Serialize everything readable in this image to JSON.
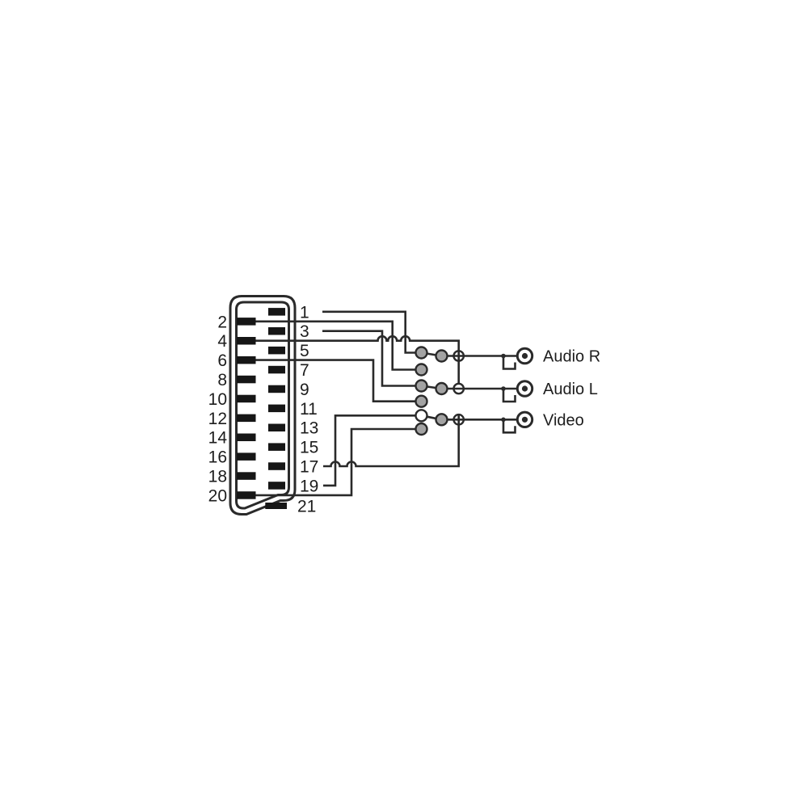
{
  "scart": {
    "left_pins": [
      "2",
      "4",
      "6",
      "8",
      "10",
      "12",
      "14",
      "16",
      "18",
      "20"
    ],
    "right_pins": [
      "1",
      "3",
      "5",
      "7",
      "9",
      "11",
      "13",
      "15",
      "17",
      "19"
    ],
    "bottom_pin": "21"
  },
  "outputs": [
    {
      "id": "audio-r",
      "label": "Audio R",
      "switched_pins": [
        "1",
        "2"
      ]
    },
    {
      "id": "audio-l",
      "label": "Audio L",
      "switched_pins": [
        "3",
        "6"
      ]
    },
    {
      "id": "video",
      "label": "Video",
      "switched_pins": [
        "19",
        "20"
      ]
    }
  ],
  "ground_wires": [
    {
      "from_pin": "4",
      "to": "audio jack junctions"
    },
    {
      "from_pin": "17",
      "to": "video jack junction"
    }
  ],
  "colors": {
    "line": "#2a2a2a",
    "pin": "#161616",
    "contact_fill": "#a3a3a3",
    "background": "#ffffff"
  }
}
